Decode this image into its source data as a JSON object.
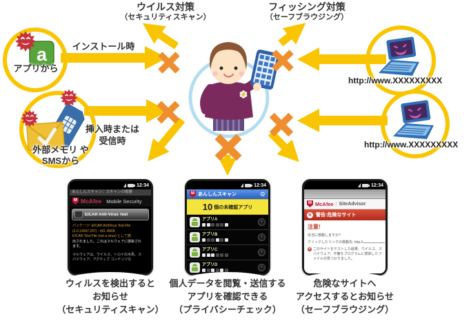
{
  "colors": {
    "arrow_yellow": "#F9C400",
    "block_orange": "#EE8E2F",
    "virus_red": "#C5313C",
    "mcafee_red": "#C8102E",
    "banner_yellow": "#F3E53C",
    "header_blue": "#2A5FC2",
    "alert_red": "#C23B2E",
    "person_ring_blue": "#B5DDF0"
  },
  "labels": {
    "virus_title": "ウイルス対策",
    "virus_sub": "（セキュリティスキャン）",
    "phishing_title": "フィッシング対策",
    "phishing_sub": "（セーフブラウジング）",
    "from_app": "アプリから",
    "install_time": "インストール時",
    "from_memory_1": "外部メモリ や",
    "from_memory_2": "SMSから",
    "insert_time_1": "挿入時または",
    "insert_time_2": "受信時",
    "url1": "http://www.XXXXXXXXX",
    "url2": "http://www.XXXXXXXXX"
  },
  "phone1": {
    "time": "12:34",
    "titlebar": "あんしんスキャン：スキャンの概要",
    "brand": "McAfee",
    "brand_product": "Mobile Security",
    "threat_name": "EICAR Anti-Virus Test",
    "body": {
      "l1": "パッケージ: EICAR.AntiVirus.Test.File",
      "l2": "(2.0.13697.297) - 491.45KB",
      "l3": "EICAR-Test-File (not a virus) として検",
      "l4": "出されました。これはマルウェアに感染され",
      "l5": "ます。",
      "l6": "マルウェアは、ウイルス、トロイの木馬、ス",
      "l7": "パイウェア、アクティブ コンテンツな"
    },
    "caption1": "ウィルスを検出すると",
    "caption2": "お知らせ",
    "caption3": "（セキュリティスキャン）"
  },
  "phone2": {
    "time": "12:34",
    "titlebar": "あんしんスキャン",
    "count": "10",
    "count_suffix": "個の未確認アプリ",
    "apps": [
      {
        "name": "アプリA"
      },
      {
        "name": "アプリB"
      },
      {
        "name": "アプリC"
      },
      {
        "name": "アプリD"
      }
    ],
    "caption1": "個人データを閲覧・送信する",
    "caption2": "アプリを確認できる",
    "caption3": "（プライバシーチェック）"
  },
  "phone3": {
    "time": "12:34",
    "brand": "McAfee",
    "brand_product": "SiteAdvisor",
    "alert": "警告:危険なサイト",
    "warn": "注意!",
    "confirm": "本当に移動しますか?",
    "link_label": "クリックしたリンクの移動先: http://",
    "detail": "このサイトをテストした結果、ウイルス、スパイウェア、不審なプログラムに感染したファイルが見つかりました。",
    "caption1": "危険なサイトへ",
    "caption2": "アクセスするとお知らせ",
    "caption3": "（セーフブラウジング）"
  }
}
